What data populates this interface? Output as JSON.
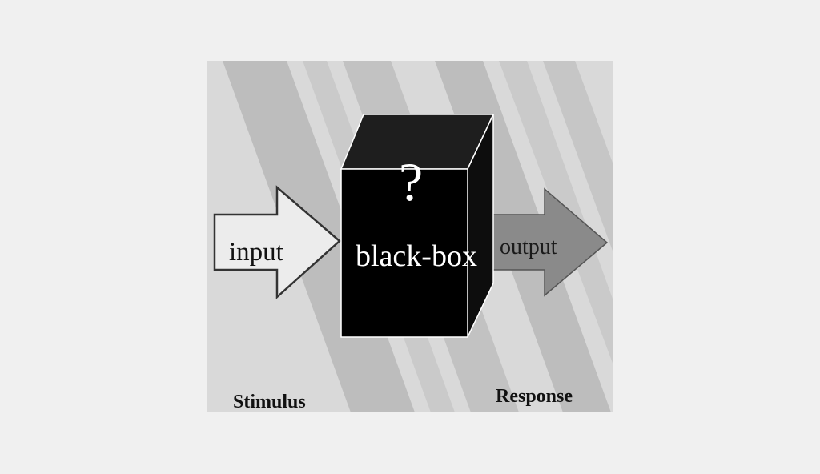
{
  "diagram": {
    "question_mark": "?",
    "input_label": "input",
    "box_label": "black-box",
    "output_label": "output",
    "stimulus_label": "Stimulus",
    "response_label": "Response"
  },
  "colors": {
    "page_background": "#f0f0f0",
    "panel_background": "#d9d9d9",
    "stripe_dark": "#b3b3b3",
    "stripe_light": "#c6c6c6",
    "input_arrow_fill": "#ececec",
    "output_arrow_fill": "#8a8a8a",
    "box_front": "#000000",
    "box_top": "#1e1e1e",
    "box_side": "#0d0d0d"
  }
}
